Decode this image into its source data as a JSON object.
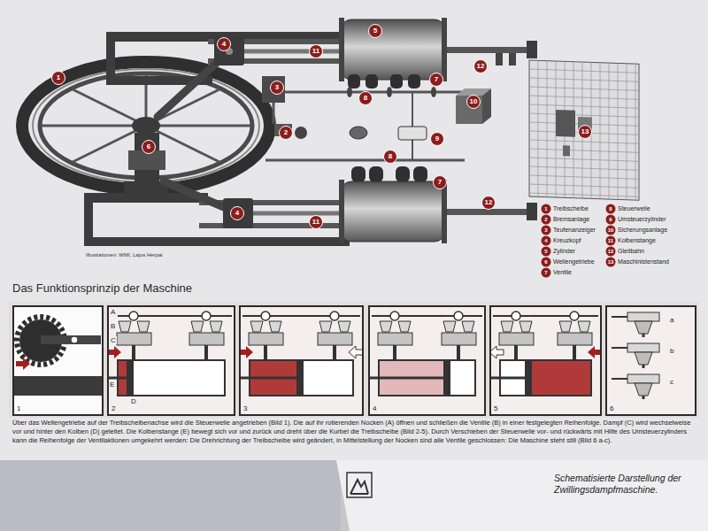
{
  "diagram": {
    "title": "Das Funktionsprinzip der Maschine",
    "caption": "Schematisierte Darstellung der Zwillingsdampfmaschine.",
    "nodes": [
      {
        "text": [
          "1"
        ]
      },
      {
        "text": [
          "2"
        ]
      },
      {
        "text": [
          "3"
        ]
      },
      {
        "text": [
          "4"
        ]
      },
      {
        "text": [
          "5"
        ]
      },
      {
        "text": [
          "6"
        ]
      }
    ],
    "labels": [
      "Illustrationen: WMI, Lajos Herpai",
      "1",
      "2",
      "3",
      "4",
      "4",
      "5",
      "6",
      "7",
      "7",
      "8",
      "8",
      "9",
      "10",
      "11",
      "11",
      "12",
      "12",
      "13",
      "1",
      "2",
      "3",
      "4",
      "5",
      "6",
      "7",
      "8",
      "9",
      "10",
      "11",
      "12",
      "13",
      "A",
      "B",
      "C",
      "D",
      "E",
      "a",
      "b",
      "c",
      "Über das Wellengetriebe auf der Treibscheibenachse wird die Steuerwelle angetrieben (Bild 1). Die auf ihr rotierenden Nocken (A) öffnen und schließen die Ventile (B) in einer festgelegten Reihenfolge. Dampf (C) wird wechselweise vor und hinter den Kolben (D) geleitet. Die Kolbenstange (E) bewegt sich vor und zurück und dreht über die Kurbel die Treibscheibe (Bild 2-5). Durch Verschieben der Steuerwelle vor- und rückwärts mit Hilfe des Umsteuerzylinders kann die Reihenfolge der Ventilaktionen umgekehrt werden: Die Drehrichtung der Treibscheibe wird geändert, in Mittelstellung der Nocken sind alle Ventile geschlossen: Die Maschine steht still (Bild 6 a-c)."
    ],
    "legend": [
      {
        "text": "Treibscheibe"
      },
      {
        "text": "Bremsanlage"
      },
      {
        "text": "Teufenanzeiger"
      },
      {
        "text": "Kreuzkopf"
      },
      {
        "text": "Zylinder"
      },
      {
        "text": "Wellengetriebe"
      },
      {
        "text": "Ventile"
      },
      {
        "text": "Steuerwelle"
      },
      {
        "text": "Umsteuerzylinder"
      },
      {
        "text": "Sicherungsanlage"
      },
      {
        "text": "Kolbenstange"
      },
      {
        "text": "Gleitbahn"
      },
      {
        "text": "Maschinistenstand"
      }
    ]
  }
}
